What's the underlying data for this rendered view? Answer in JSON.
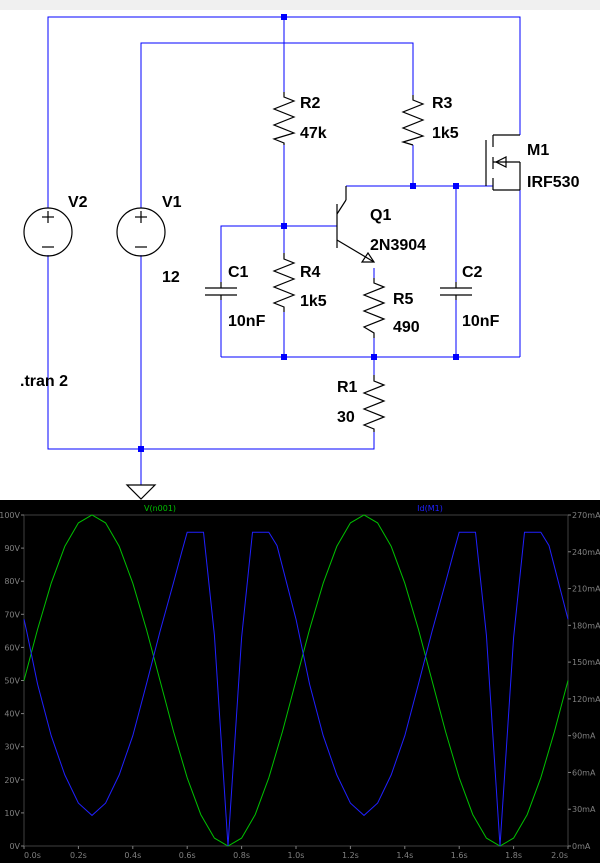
{
  "schematic": {
    "components": {
      "v2": {
        "name": "V2"
      },
      "v1": {
        "name": "V1",
        "value": "12"
      },
      "r2": {
        "name": "R2",
        "value": "47k"
      },
      "r3": {
        "name": "R3",
        "value": "1k5"
      },
      "m1": {
        "name": "M1",
        "value": "IRF530"
      },
      "q1": {
        "name": "Q1",
        "value": "2N3904"
      },
      "c1": {
        "name": "C1",
        "value": "10nF"
      },
      "r4": {
        "name": "R4",
        "value": "1k5"
      },
      "r5": {
        "name": "R5",
        "value": "490"
      },
      "c2": {
        "name": "C2",
        "value": "10nF"
      },
      "r1": {
        "name": "R1",
        "value": "30"
      }
    },
    "directive": ".tran 2"
  },
  "colors": {
    "wire": "#0000ff",
    "component": "#000000",
    "plot_background": "#000000",
    "green_trace": "#00c000",
    "blue_trace": "#2020ff",
    "axis_text": "#808080"
  },
  "chart_data": {
    "type": "line",
    "series": [
      {
        "name": "V(n001)",
        "axis": "left",
        "color": "#00c000",
        "x": [
          0,
          0.05,
          0.1,
          0.15,
          0.2,
          0.25,
          0.3,
          0.35,
          0.4,
          0.45,
          0.5,
          0.55,
          0.6,
          0.65,
          0.7,
          0.75,
          0.8,
          0.85,
          0.9,
          0.95,
          1.0,
          1.05,
          1.1,
          1.15,
          1.2,
          1.25,
          1.3,
          1.35,
          1.4,
          1.45,
          1.5,
          1.55,
          1.6,
          1.65,
          1.7,
          1.75,
          1.8,
          1.85,
          1.9,
          1.95,
          2.0
        ],
        "y": [
          50,
          65.5,
          79.4,
          90.5,
          97.6,
          100,
          97.6,
          90.5,
          79.4,
          65.5,
          50,
          34.5,
          20.6,
          9.5,
          2.4,
          0,
          2.4,
          9.5,
          20.6,
          34.5,
          50,
          65.5,
          79.4,
          90.5,
          97.6,
          100,
          97.6,
          90.5,
          79.4,
          65.5,
          50,
          34.5,
          20.6,
          9.5,
          2.4,
          0,
          2.4,
          9.5,
          20.6,
          34.5,
          50
        ]
      },
      {
        "name": "Id(M1)",
        "axis": "right",
        "color": "#2020ff",
        "x": [
          0,
          0.01,
          0.05,
          0.1,
          0.15,
          0.2,
          0.25,
          0.3,
          0.35,
          0.4,
          0.45,
          0.5,
          0.55,
          0.58,
          0.6,
          0.63,
          0.66,
          0.7,
          0.75,
          0.8,
          0.84,
          0.87,
          0.9,
          0.93,
          1.0,
          1.05,
          1.1,
          1.15,
          1.2,
          1.25,
          1.3,
          1.35,
          1.4,
          1.45,
          1.5,
          1.55,
          1.58,
          1.6,
          1.63,
          1.66,
          1.7,
          1.75,
          1.8,
          1.84,
          1.87,
          1.9,
          1.93,
          2.0
        ],
        "y": [
          185,
          175,
          132,
          90,
          58,
          35,
          25,
          35,
          58,
          90,
          132,
          175,
          215,
          240,
          256,
          256,
          256,
          172,
          0,
          170,
          256,
          256,
          256,
          245,
          185,
          132,
          90,
          58,
          35,
          25,
          35,
          58,
          90,
          132,
          175,
          215,
          240,
          256,
          256,
          256,
          172,
          0,
          170,
          256,
          256,
          256,
          245,
          185
        ]
      }
    ],
    "xlim": [
      0,
      2.0
    ],
    "ylim_left": [
      0,
      100
    ],
    "ylim_right": [
      0,
      270
    ],
    "xticks": [
      "0.0s",
      "0.2s",
      "0.4s",
      "0.6s",
      "0.8s",
      "1.0s",
      "1.2s",
      "1.4s",
      "1.6s",
      "1.8s",
      "2.0s"
    ],
    "yticks_left": [
      "0V",
      "10V",
      "20V",
      "30V",
      "40V",
      "50V",
      "60V",
      "70V",
      "80V",
      "90V",
      "100V"
    ],
    "yticks_right": [
      "0mA",
      "30mA",
      "60mA",
      "90mA",
      "120mA",
      "150mA",
      "180mA",
      "210mA",
      "240mA",
      "270mA"
    ],
    "grid": false
  }
}
